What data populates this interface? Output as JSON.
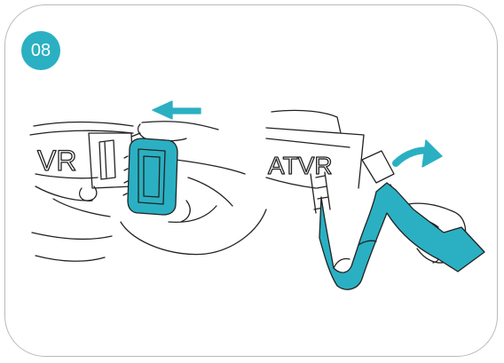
{
  "step": {
    "number": "08"
  },
  "panels": [
    {
      "name": "release-buckle",
      "arrow_direction": "left",
      "logo_text": "VR"
    },
    {
      "name": "remove-strap",
      "arrow_direction": "right-curved",
      "logo_text": "ATVR"
    }
  ],
  "colors": {
    "accent": "#2ab0c2",
    "outline": "#222222",
    "border": "#b9b9b9"
  }
}
